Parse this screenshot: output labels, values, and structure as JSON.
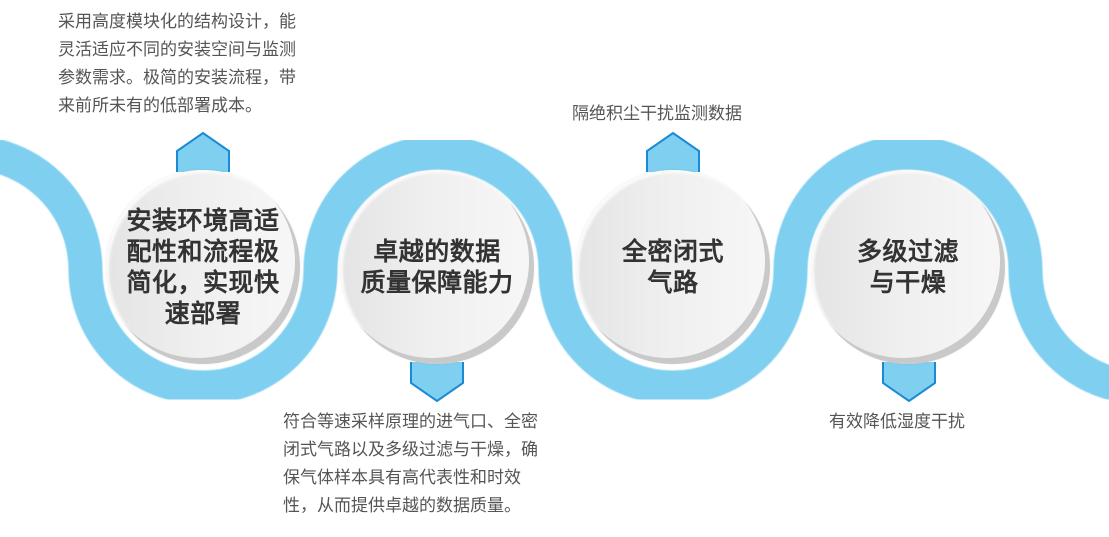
{
  "colors": {
    "ribbon": "#7ecff0",
    "pointer_fill": "#7ecff0",
    "pointer_stroke": "#1a8ad4",
    "circle_light": "#f7f7f7",
    "circle_dark": "#e4e4e4",
    "title_text": "#333333",
    "desc_text": "#555555"
  },
  "steps": [
    {
      "title": "安装环境高适\n配性和流程极\n简化，实现快\n速部署",
      "description": "采用高度模块化的结构设计，能\n灵活适应不同的安装空间与监测\n参数需求。极简的安装流程，带\n来前所未有的低部署成本。",
      "pointer": "up"
    },
    {
      "title": "卓越的数据\n质量保障能力",
      "description": "符合等速采样原理的进气口、全密\n闭式气路以及多级过滤与干燥，确\n保气体样本具有高代表性和时效\n性，从而提供卓越的数据质量。",
      "pointer": "down"
    },
    {
      "title": "全密闭式\n气路",
      "description": "隔绝积尘干扰监测数据",
      "pointer": "up"
    },
    {
      "title": "多级过滤\n与干燥",
      "description": "有效降低湿度干扰",
      "pointer": "down"
    }
  ]
}
